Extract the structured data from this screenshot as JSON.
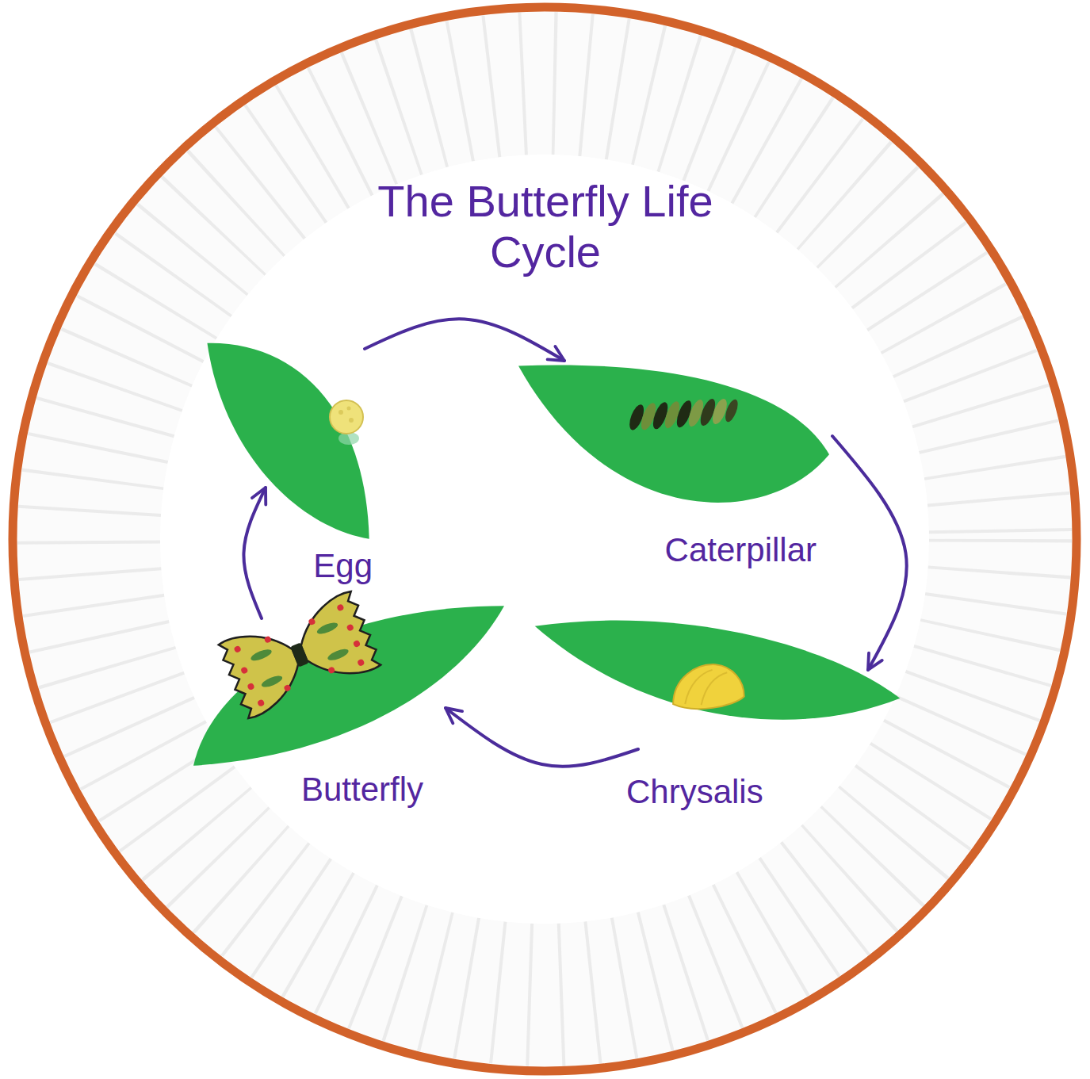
{
  "diagram": {
    "title": "The Butterfly Life Cycle",
    "nodes": [
      {
        "text": [
          "Egg"
        ]
      },
      {
        "text": [
          "Caterpillar"
        ]
      },
      {
        "text": [
          "Butterfly"
        ]
      },
      {
        "text": [
          "Chrysalis"
        ]
      }
    ],
    "edges": [
      {
        "from": 0,
        "to": 1,
        "arrow": "to"
      },
      {
        "from": 1,
        "to": 3,
        "arrow": "to"
      },
      {
        "from": 3,
        "to": 2,
        "arrow": "to"
      },
      {
        "from": 2,
        "to": 0,
        "arrow": "to"
      }
    ]
  }
}
